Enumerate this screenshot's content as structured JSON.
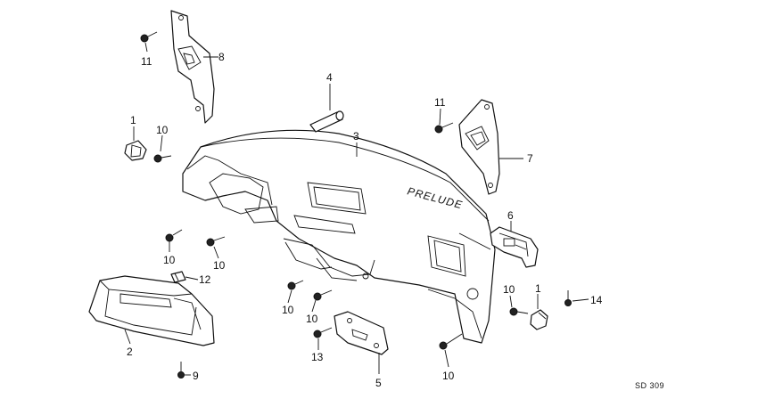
{
  "diagram": {
    "callouts": {
      "c1a": "1",
      "c1b": "1",
      "c2": "2",
      "c3": "3",
      "c4": "4",
      "c5": "5",
      "c6": "6",
      "c7": "7",
      "c8": "8",
      "c9": "9",
      "c10a": "10",
      "c10b": "10",
      "c10c": "10",
      "c10d": "10",
      "c10e": "10",
      "c10f": "10",
      "c10g": "10",
      "c11a": "11",
      "c11b": "11",
      "c12": "12",
      "c13": "13",
      "c14": "14"
    },
    "dash_emblem": "PRELUDE",
    "code": "SD 309"
  }
}
